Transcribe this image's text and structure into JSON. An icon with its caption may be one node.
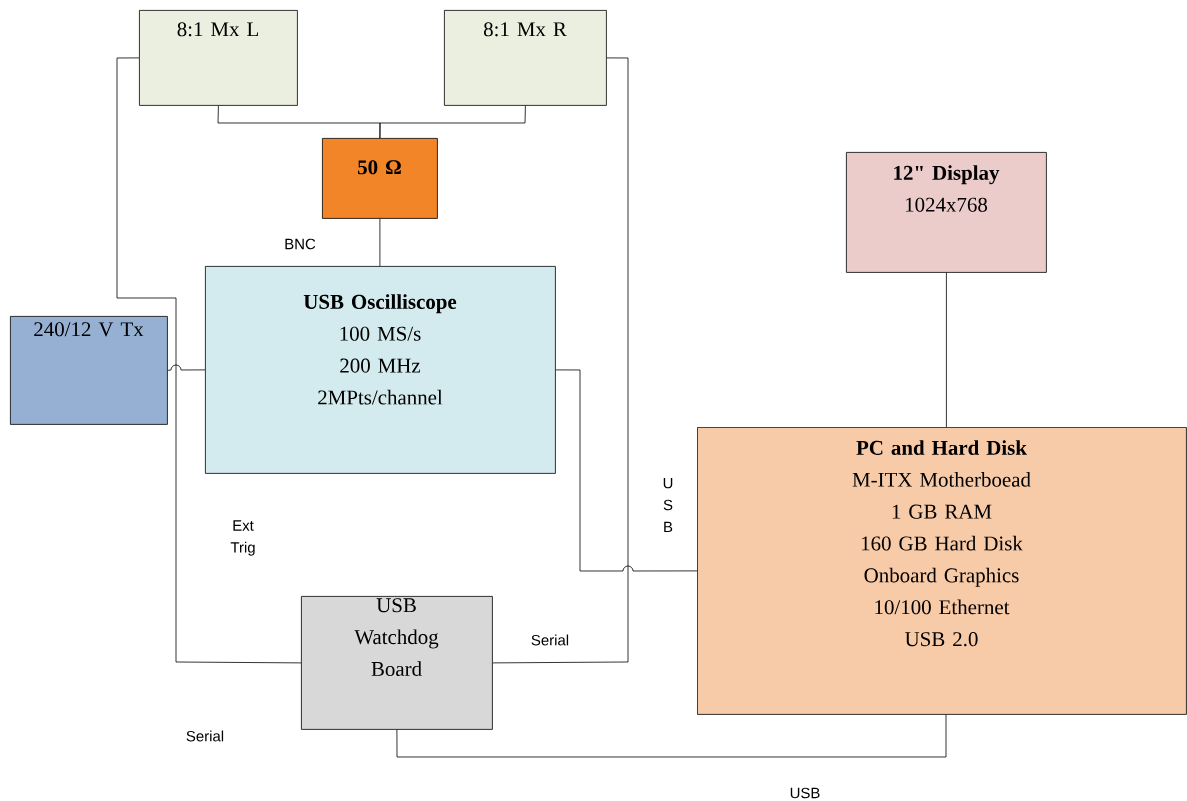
{
  "diagram": {
    "nodes": [
      {
        "text": [
          "8:1 Mx L"
        ]
      },
      {
        "text": [
          "8:1 Mx R"
        ]
      },
      {
        "text": [
          "50 Ω"
        ]
      },
      {
        "text": [
          "12\" Display",
          "1024x768"
        ]
      },
      {
        "text": [
          "USB Oscilliscope",
          "100 MS/s",
          "200 MHz",
          "2MPts/channel"
        ]
      },
      {
        "text": [
          "240/12 V Tx"
        ]
      },
      {
        "text": [
          "PC and Hard Disk",
          "M-ITX Motherboead",
          "1 GB RAM",
          "160 GB Hard Disk",
          "Onboard Graphics",
          "10/100 Ethernet",
          "USB 2.0"
        ]
      },
      {
        "text": [
          "USB Watchdog Board"
        ]
      }
    ],
    "edges": [
      {
        "from": 0,
        "to": 2,
        "arrow": "none"
      },
      {
        "from": 1,
        "to": 2,
        "arrow": "none"
      },
      {
        "from": 2,
        "to": 4,
        "arrow": "none"
      },
      {
        "from": 3,
        "to": 6,
        "arrow": "none"
      },
      {
        "from": 5,
        "to": 4,
        "arrow": "none"
      },
      {
        "from": 4,
        "to": 6,
        "arrow": "none"
      },
      {
        "from": 0,
        "to": 7,
        "arrow": "none"
      },
      {
        "from": 1,
        "to": 7,
        "arrow": "none"
      },
      {
        "from": 7,
        "to": 6,
        "arrow": "none"
      }
    ],
    "labels": [
      "BNC",
      "U S B",
      "Ext Trig",
      "Serial",
      "Serial",
      "USB"
    ]
  }
}
